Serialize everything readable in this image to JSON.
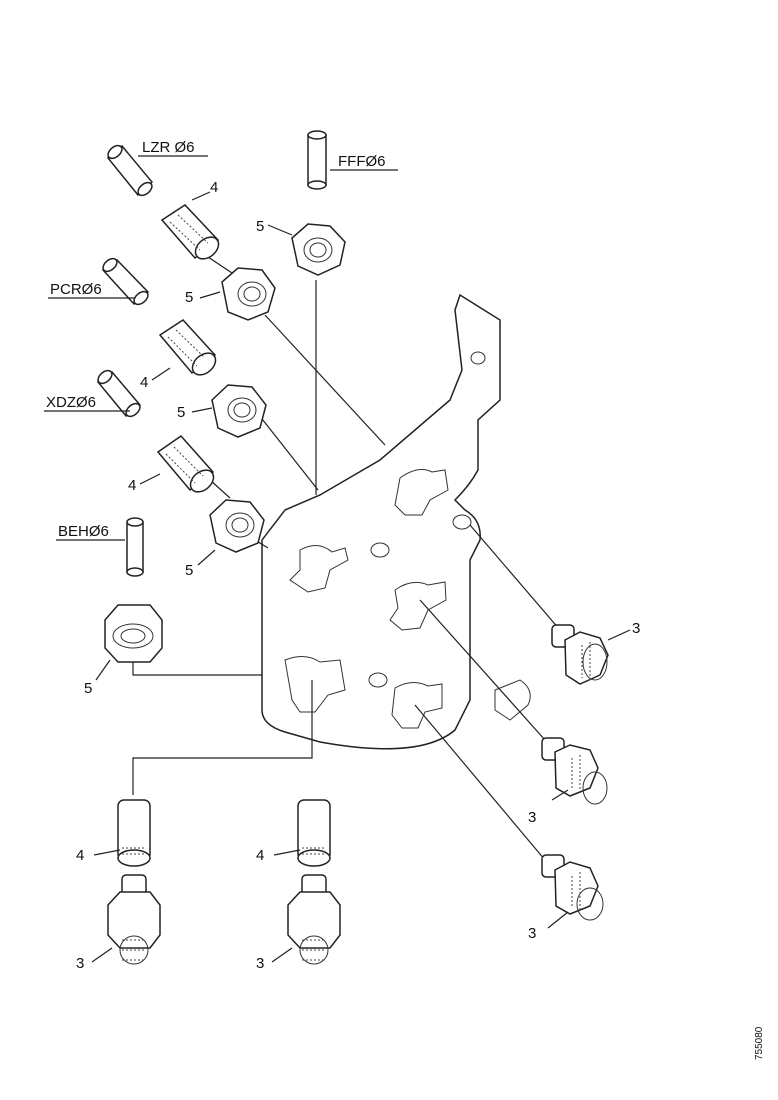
{
  "hose_labels": {
    "lzr": "LZR Ø6",
    "fff": "FFFØ6",
    "pcr": "PCRØ6",
    "xdz": "XDZØ6",
    "beh": "BEHØ6"
  },
  "callouts": {
    "c4a": "4",
    "c5a": "5",
    "c5b": "5",
    "c4b": "4",
    "c5c": "5",
    "c4c": "4",
    "c5d": "5",
    "c5e": "5",
    "c3a": "3",
    "c3b": "3",
    "c3c": "3",
    "c4d": "4",
    "c4e": "4",
    "c3d": "3",
    "c3e": "3"
  },
  "reference": "755080"
}
